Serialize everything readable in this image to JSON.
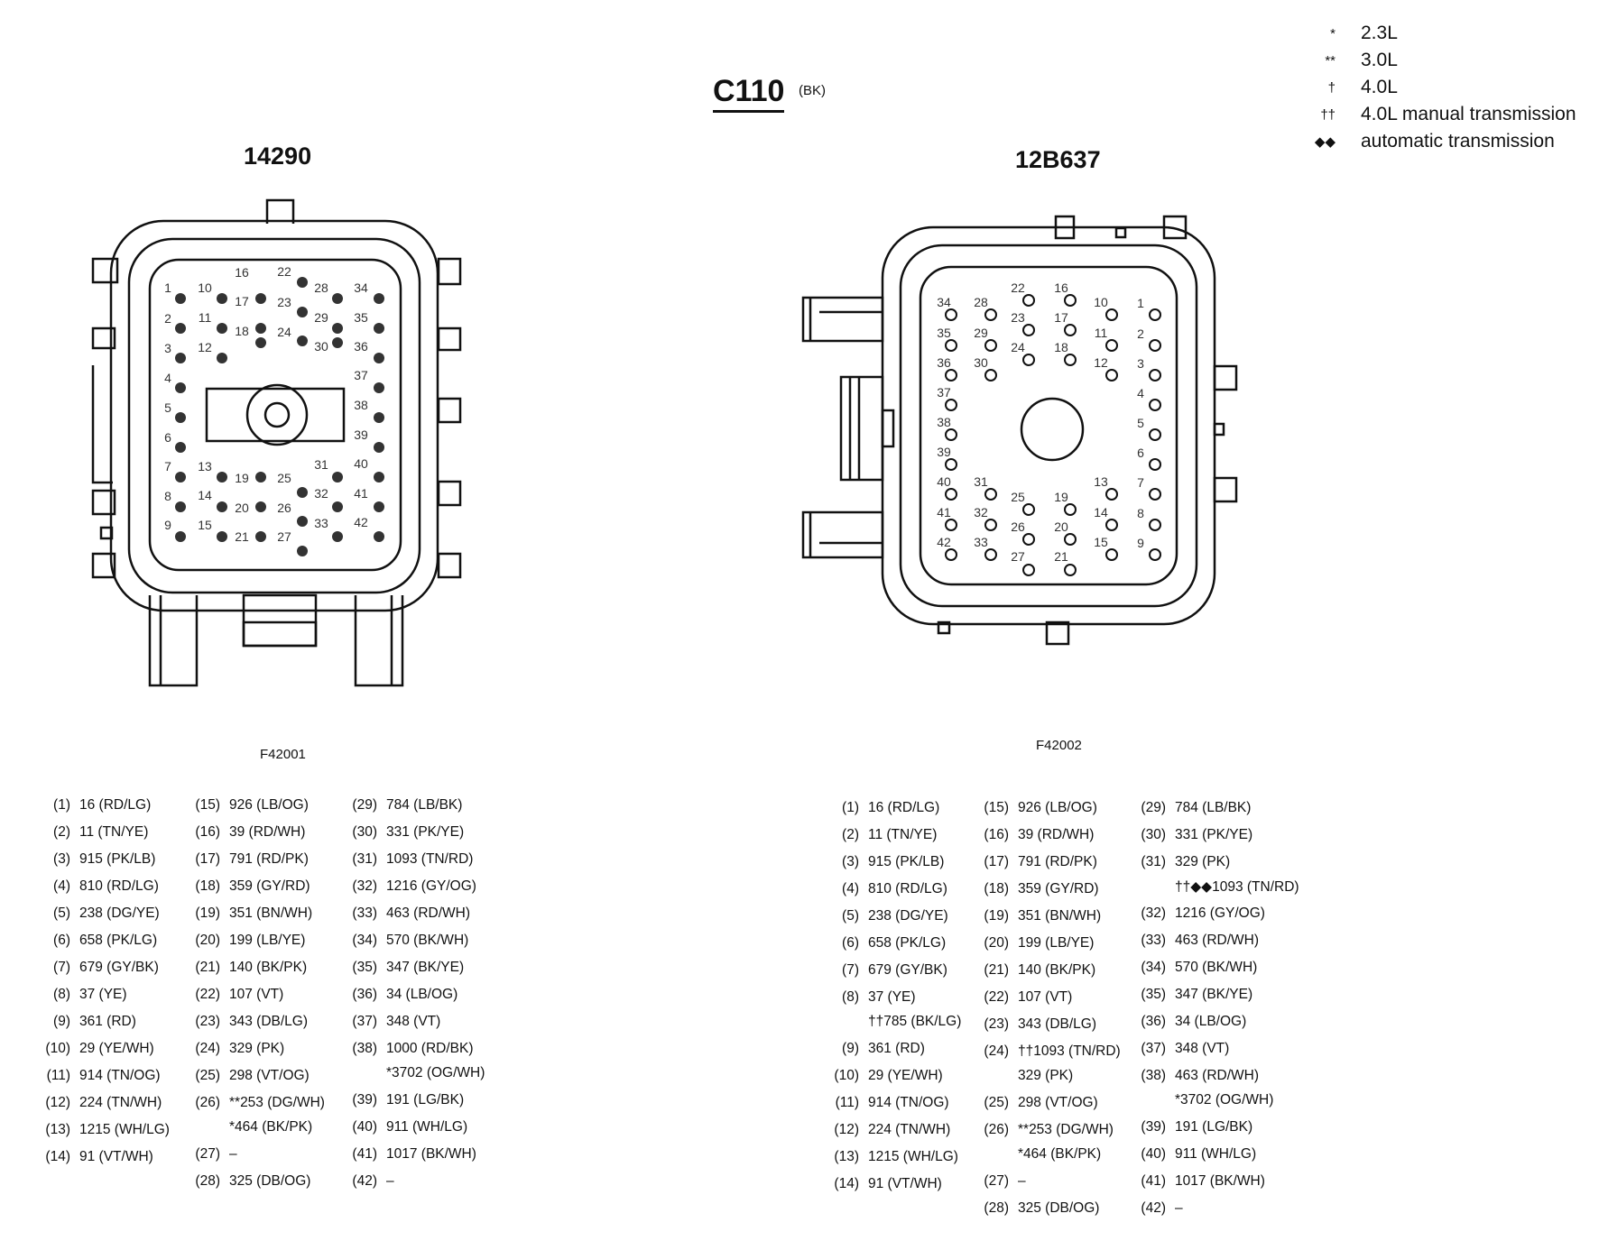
{
  "header": {
    "title": "C110",
    "subtitle": "(BK)"
  },
  "legend": [
    {
      "symbol": "*",
      "label": "2.3L"
    },
    {
      "symbol": "**",
      "label": "3.0L"
    },
    {
      "symbol": "†",
      "label": "4.0L"
    },
    {
      "symbol": "††",
      "label": "4.0L manual transmission"
    },
    {
      "symbol": "◆◆",
      "label": "automatic transmission"
    }
  ],
  "connectors": [
    {
      "part_number": "14290",
      "figure_id": "F42001"
    },
    {
      "part_number": "12B637",
      "figure_id": "F42002"
    }
  ],
  "pinout_left": [
    [
      {
        "pin": "(1)",
        "lines": [
          "16 (RD/LG)"
        ]
      },
      {
        "pin": "(2)",
        "lines": [
          "11 (TN/YE)"
        ]
      },
      {
        "pin": "(3)",
        "lines": [
          "915 (PK/LB)"
        ]
      },
      {
        "pin": "(4)",
        "lines": [
          "810 (RD/LG)"
        ]
      },
      {
        "pin": "(5)",
        "lines": [
          "238 (DG/YE)"
        ]
      },
      {
        "pin": "(6)",
        "lines": [
          "658 (PK/LG)"
        ]
      },
      {
        "pin": "(7)",
        "lines": [
          "679 (GY/BK)"
        ]
      },
      {
        "pin": "(8)",
        "lines": [
          "37 (YE)"
        ]
      },
      {
        "pin": "(9)",
        "lines": [
          "361 (RD)"
        ]
      },
      {
        "pin": "(10)",
        "lines": [
          "29 (YE/WH)"
        ]
      },
      {
        "pin": "(11)",
        "lines": [
          "914 (TN/OG)"
        ]
      },
      {
        "pin": "(12)",
        "lines": [
          "224 (TN/WH)"
        ]
      },
      {
        "pin": "(13)",
        "lines": [
          "1215 (WH/LG)"
        ]
      },
      {
        "pin": "(14)",
        "lines": [
          "91 (VT/WH)"
        ]
      }
    ],
    [
      {
        "pin": "(15)",
        "lines": [
          "926 (LB/OG)"
        ]
      },
      {
        "pin": "(16)",
        "lines": [
          "39 (RD/WH)"
        ]
      },
      {
        "pin": "(17)",
        "lines": [
          "791 (RD/PK)"
        ]
      },
      {
        "pin": "(18)",
        "lines": [
          "359 (GY/RD)"
        ]
      },
      {
        "pin": "(19)",
        "lines": [
          "351 (BN/WH)"
        ]
      },
      {
        "pin": "(20)",
        "lines": [
          "199 (LB/YE)"
        ]
      },
      {
        "pin": "(21)",
        "lines": [
          "140 (BK/PK)"
        ]
      },
      {
        "pin": "(22)",
        "lines": [
          "107 (VT)"
        ]
      },
      {
        "pin": "(23)",
        "lines": [
          "343 (DB/LG)"
        ]
      },
      {
        "pin": "(24)",
        "lines": [
          "329 (PK)"
        ]
      },
      {
        "pin": "(25)",
        "lines": [
          "298 (VT/OG)"
        ]
      },
      {
        "pin": "(26)",
        "lines": [
          "**253  (DG/WH)",
          "*464 (BK/PK)"
        ]
      },
      {
        "pin": "(27)",
        "lines": [
          "–"
        ]
      },
      {
        "pin": "(28)",
        "lines": [
          "325 (DB/OG)"
        ]
      }
    ],
    [
      {
        "pin": "(29)",
        "lines": [
          "784 (LB/BK)"
        ]
      },
      {
        "pin": "(30)",
        "lines": [
          "331 (PK/YE)"
        ]
      },
      {
        "pin": "(31)",
        "lines": [
          "1093 (TN/RD)"
        ]
      },
      {
        "pin": "(32)",
        "lines": [
          "1216 (GY/OG)"
        ]
      },
      {
        "pin": "(33)",
        "lines": [
          "463 (RD/WH)"
        ]
      },
      {
        "pin": "(34)",
        "lines": [
          "570 (BK/WH)"
        ]
      },
      {
        "pin": "(35)",
        "lines": [
          "347 (BK/YE)"
        ]
      },
      {
        "pin": "(36)",
        "lines": [
          "34 (LB/OG)"
        ]
      },
      {
        "pin": "(37)",
        "lines": [
          "348 (VT)"
        ]
      },
      {
        "pin": "(38)",
        "lines": [
          "1000 (RD/BK)",
          "*3702 (OG/WH)"
        ]
      },
      {
        "pin": "(39)",
        "lines": [
          "191 (LG/BK)"
        ]
      },
      {
        "pin": "(40)",
        "lines": [
          "911 (WH/LG)"
        ]
      },
      {
        "pin": "(41)",
        "lines": [
          "1017 (BK/WH)"
        ]
      },
      {
        "pin": "(42)",
        "lines": [
          "–"
        ]
      }
    ]
  ],
  "pinout_right": [
    [
      {
        "pin": "(1)",
        "lines": [
          "16 (RD/LG)"
        ]
      },
      {
        "pin": "(2)",
        "lines": [
          "11 (TN/YE)"
        ]
      },
      {
        "pin": "(3)",
        "lines": [
          "915 (PK/LB)"
        ]
      },
      {
        "pin": "(4)",
        "lines": [
          "810 (RD/LG)"
        ]
      },
      {
        "pin": "(5)",
        "lines": [
          "238 (DG/YE)"
        ]
      },
      {
        "pin": "(6)",
        "lines": [
          "658 (PK/LG)"
        ]
      },
      {
        "pin": "(7)",
        "lines": [
          "679 (GY/BK)"
        ]
      },
      {
        "pin": "(8)",
        "lines": [
          "37 (YE)",
          "††785 (BK/LG)"
        ]
      },
      {
        "pin": "(9)",
        "lines": [
          "361 (RD)"
        ]
      },
      {
        "pin": "(10)",
        "lines": [
          "29 (YE/WH)"
        ]
      },
      {
        "pin": "(11)",
        "lines": [
          "914 (TN/OG)"
        ]
      },
      {
        "pin": "(12)",
        "lines": [
          "224 (TN/WH)"
        ]
      },
      {
        "pin": "(13)",
        "lines": [
          "1215 (WH/LG)"
        ]
      },
      {
        "pin": "(14)",
        "lines": [
          "91 (VT/WH)"
        ]
      }
    ],
    [
      {
        "pin": "(15)",
        "lines": [
          "926 (LB/OG)"
        ]
      },
      {
        "pin": "(16)",
        "lines": [
          "39 (RD/WH)"
        ]
      },
      {
        "pin": "(17)",
        "lines": [
          "791 (RD/PK)"
        ]
      },
      {
        "pin": "(18)",
        "lines": [
          "359 (GY/RD)"
        ]
      },
      {
        "pin": "(19)",
        "lines": [
          "351 (BN/WH)"
        ]
      },
      {
        "pin": "(20)",
        "lines": [
          "199 (LB/YE)"
        ]
      },
      {
        "pin": "(21)",
        "lines": [
          "140 (BK/PK)"
        ]
      },
      {
        "pin": "(22)",
        "lines": [
          "107 (VT)"
        ]
      },
      {
        "pin": "(23)",
        "lines": [
          "343 (DB/LG)"
        ]
      },
      {
        "pin": "(24)",
        "lines": [
          "††1093 (TN/RD)",
          "329 (PK)"
        ]
      },
      {
        "pin": "(25)",
        "lines": [
          "298 (VT/OG)"
        ]
      },
      {
        "pin": "(26)",
        "lines": [
          "**253  (DG/WH)",
          "*464 (BK/PK)"
        ]
      },
      {
        "pin": "(27)",
        "lines": [
          "–"
        ]
      },
      {
        "pin": "(28)",
        "lines": [
          "325 (DB/OG)"
        ]
      }
    ],
    [
      {
        "pin": "(29)",
        "lines": [
          "784 (LB/BK)"
        ]
      },
      {
        "pin": "(30)",
        "lines": [
          "331 (PK/YE)"
        ]
      },
      {
        "pin": "(31)",
        "lines": [
          "329 (PK)",
          "††◆◆1093 (TN/RD)"
        ]
      },
      {
        "pin": "(32)",
        "lines": [
          "1216 (GY/OG)"
        ]
      },
      {
        "pin": "(33)",
        "lines": [
          "463 (RD/WH)"
        ]
      },
      {
        "pin": "(34)",
        "lines": [
          "570 (BK/WH)"
        ]
      },
      {
        "pin": "(35)",
        "lines": [
          "347 (BK/YE)"
        ]
      },
      {
        "pin": "(36)",
        "lines": [
          "34 (LB/OG)"
        ]
      },
      {
        "pin": "(37)",
        "lines": [
          "348 (VT)"
        ]
      },
      {
        "pin": "(38)",
        "lines": [
          "463 (RD/WH)",
          "*3702 (OG/WH)"
        ]
      },
      {
        "pin": "(39)",
        "lines": [
          "191 (LG/BK)"
        ]
      },
      {
        "pin": "(40)",
        "lines": [
          "911 (WH/LG)"
        ]
      },
      {
        "pin": "(41)",
        "lines": [
          "1017 (BK/WH)"
        ]
      },
      {
        "pin": "(42)",
        "lines": [
          "–"
        ]
      }
    ]
  ]
}
